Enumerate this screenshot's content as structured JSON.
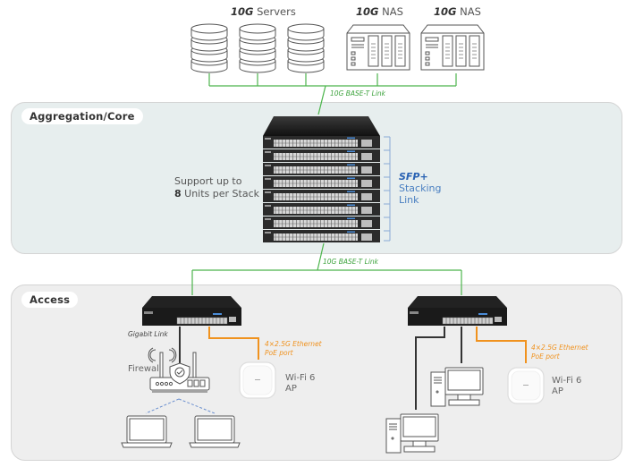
{
  "top": {
    "servers_label": {
      "bold": "10G",
      "text": "Servers"
    },
    "nas_labels": [
      {
        "bold": "10G",
        "text": "NAS"
      },
      {
        "bold": "10G",
        "text": "NAS"
      }
    ],
    "uplink_label": "10G BASE-T Link"
  },
  "aggregation": {
    "title": "Aggregation/Core",
    "stack_text_line1": "Support up to",
    "stack_count": "8",
    "stack_text_line2": "Units per Stack",
    "stack_units": 8,
    "stacking_label": {
      "bold": "SFP+",
      "line2": "Stacking",
      "line3": "Link"
    },
    "downlink_label": "10G BASE-T Link"
  },
  "access": {
    "title": "Access",
    "left": {
      "gigabit_label": "Gigabit Link",
      "poe_label_line1": "4×2.5G Ethernet",
      "poe_label_line2": "PoE port",
      "firewall_label": "Firewall",
      "ap_label_line1": "Wi-Fi 6",
      "ap_label_line2": "AP"
    },
    "right": {
      "poe_label_line1": "4×2.5G Ethernet",
      "poe_label_line2": "PoE port",
      "ap_label_line1": "Wi-Fi 6",
      "ap_label_line2": "AP"
    }
  },
  "colors": {
    "link_green": "#4cb54c",
    "poe_orange": "#f0921e",
    "stacking_blue": "#4a7fc1",
    "agg_bg": "#e7eeee",
    "access_bg": "#eeeeee"
  }
}
